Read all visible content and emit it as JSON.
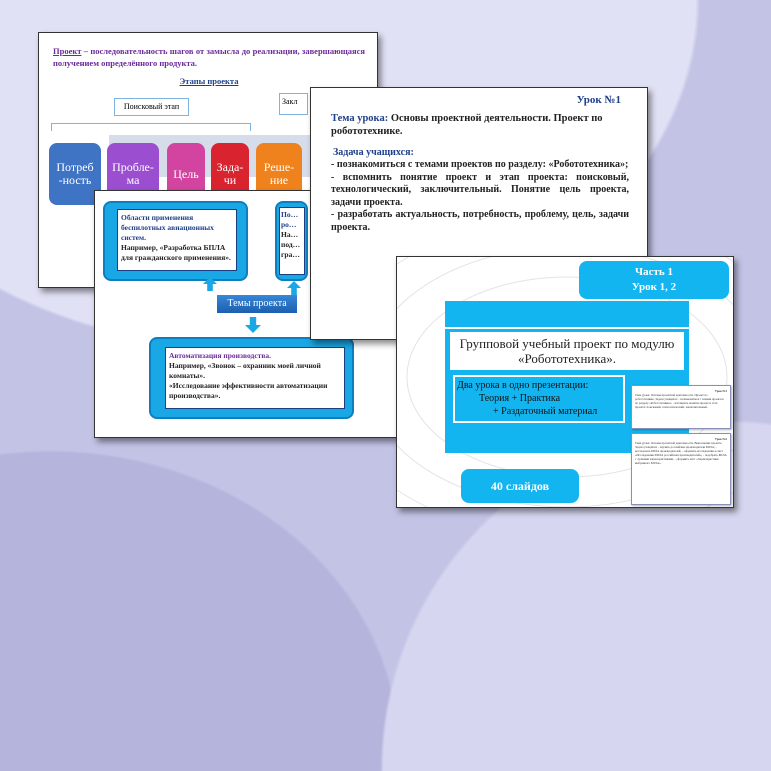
{
  "slide_stages": {
    "definition_term": "Проект",
    "definition_rest": " – последовательность шагов от замысла до реализации, завершающаяся получением определённого продукта.",
    "heading": "Этапы проекта",
    "search_stage": "Поисковый этап",
    "final_stage": "Закл",
    "stages": [
      "Потреб -ность",
      "Пробле-ма",
      "Цель",
      "Зада-чи",
      "Реше-ние"
    ]
  },
  "slide_topics": {
    "left_title": "Области применения беспилотных авиационных систем.",
    "left_body": "Например, «Разработка БПЛА для гражданского применения».",
    "right_title": "По… ро…",
    "right_body": "На… под… гра…",
    "center_label": "Темы проекта",
    "bottom_title": "Автоматизация производства.",
    "bottom_body1": "Например, «Звонок – охранник моей личной комнаты».",
    "bottom_body2": "«Исследование эффективности автоматизации производства»."
  },
  "slide_lesson1": {
    "lesson": "Урок №1",
    "topic_label": "Тема урока:",
    "topic": " Основы проектной деятельности. Проект по робототехнике.",
    "task_label": "Задача учащихся:",
    "items": [
      "- познакомиться с темами проектов по разделу: «Робототехника»;",
      "- вспомнить понятие проект и этап проекта: поисковый, технологический, заключительный. Понятие цель проекта, задачи проекта.",
      "- разработать актуальность, потребность, проблему, цель, задачи проекта."
    ]
  },
  "slide_cover": {
    "part": "Часть 1",
    "lessons": "Урок 1, 2",
    "title": "Групповой учебный проект по модулю «Робототехника».",
    "sub1": "Два урока в одно презентации:",
    "sub2": "Теория + Практика",
    "sub3": "+ Раздаточный материал",
    "slides_count": "40 слайдов",
    "mini1_lesson": "Урок №1",
    "mini1_text": "Тема урока: Основы проектной деятельности. Проект по робототехнике. Задача учащихся: - познакомиться с темами проектов по разделу «Робототехника»; - вспомнить понятие проект и этап проекта: поисковый, технологический, заключительный.",
    "mini2_lesson": "Урок №2",
    "mini2_text": "Тема урока: Основы проектной деятельности. Выполнение проекта. Задача учащихся: - изучить российские производители БПЛА; - исследовать БПЛА производителей; - оформить исследование в лист «Исследование БПЛА российских производителей»; - подобрать БПЛА с лучшими характеристиками; - оформить лист «Характеристики выбранного БПЛА»."
  },
  "colors": {
    "stage_colors": [
      "#3f73c4",
      "#9b4fd0",
      "#d2449f",
      "#d92430",
      "#f0821e"
    ],
    "accent": "#13b5f0"
  }
}
